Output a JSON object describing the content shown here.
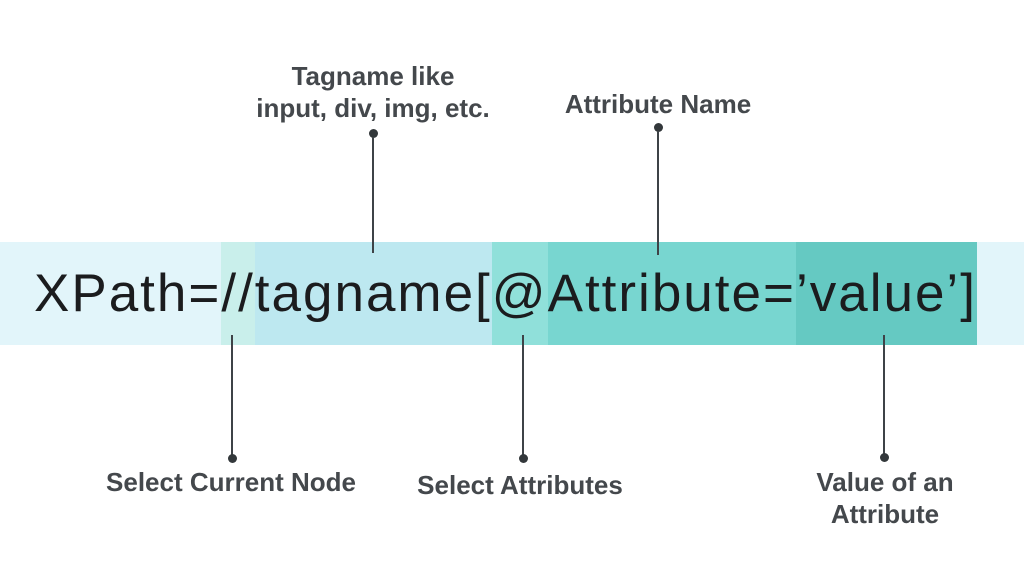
{
  "banner": {
    "full_text": "XPath=//tagname[@Attribute=’value’]",
    "text_color": "#1b1c1e",
    "segments": [
      {
        "name": "xpath-prefix",
        "text": "XPath=",
        "color": "#e2f5fa"
      },
      {
        "name": "double-slash",
        "text": "//",
        "color": "#c9efeb"
      },
      {
        "name": "tagname",
        "text": "tagname[",
        "color": "#bde8f0"
      },
      {
        "name": "at-sign",
        "text": "@",
        "color": "#90e0da"
      },
      {
        "name": "attribute",
        "text": "Attribute=",
        "color": "#78d6d0"
      },
      {
        "name": "value",
        "text": "’value’]",
        "color": "#65c9c2"
      },
      {
        "name": "trailing",
        "text": "",
        "color": "#e2f5fa"
      }
    ]
  },
  "callouts": {
    "top": [
      {
        "label": "Tagname like\ninput, div, img, etc."
      },
      {
        "label": "Attribute Name"
      }
    ],
    "bottom": [
      {
        "label": "Select Current Node"
      },
      {
        "label": "Select Attributes"
      },
      {
        "label": "Value of an\nAttribute"
      }
    ]
  },
  "colors": {
    "background": "#ffffff",
    "line": "#3e4347",
    "dot": "#33383b",
    "label_text": "#44484c"
  }
}
